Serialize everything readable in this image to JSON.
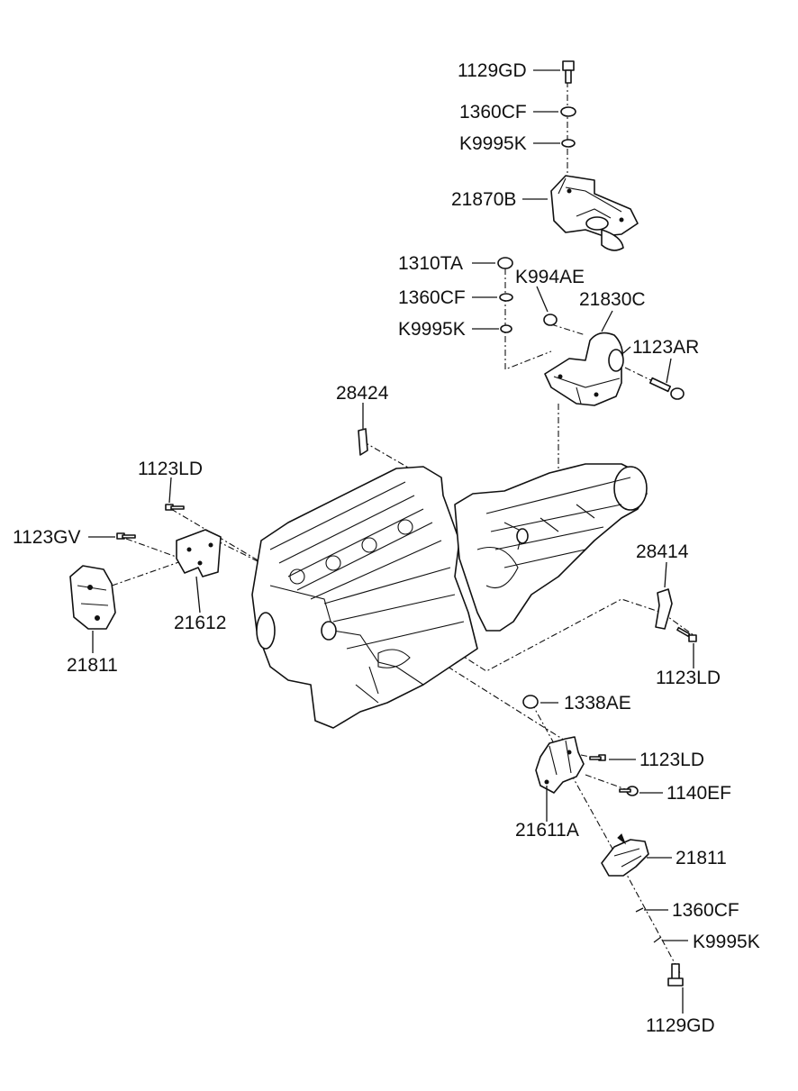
{
  "labels": {
    "top_bolt": "1129GD",
    "top_washer": "1360CF",
    "top_lockwasher": "K9995K",
    "rear_mount_bracket": "21870B",
    "nut_1310ta": "1310TA",
    "washer_1360cf_b": "1360CF",
    "lockwasher_k9995k_b": "K9995K",
    "nut_k994ae": "K994AE",
    "rear_mount": "21830C",
    "bolt_1123ar": "1123AR",
    "clip_28424": "28424",
    "bolt_1123ld_left": "1123LD",
    "bolt_1123gv": "1123GV",
    "left_bracket": "21612",
    "left_insulator": "21811",
    "clip_28414": "28414",
    "bolt_1123ld_right": "1123LD",
    "nut_1338ae": "1338AE",
    "bolt_1123ld_lower": "1123LD",
    "bolt_1140ef": "1140EF",
    "right_bracket": "21611A",
    "right_insulator": "21811",
    "washer_1360cf_c": "1360CF",
    "lockwasher_k9995k_c": "K9995K",
    "bottom_bolt": "1129GD"
  },
  "colors": {
    "ink": "#111111",
    "paper": "#ffffff"
  }
}
